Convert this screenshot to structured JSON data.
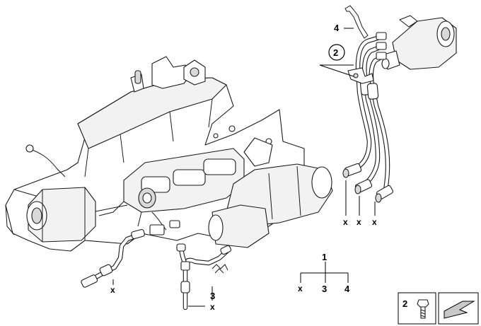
{
  "labels": {
    "line_holder_top": "4",
    "bracket_circle": "2",
    "hose_end_1": "x",
    "hose_end_2": "x",
    "hose_end_3": "x",
    "lower_hose_left": "x",
    "clip": "3",
    "lower_hose_right": "x",
    "tree_root": "1",
    "tree_x": "x",
    "tree_3": "3",
    "tree_4": "4",
    "bolt_number": "2"
  },
  "colors": {
    "line": "#1a1a1a",
    "background": "#ffffff",
    "shade": "#d9d9d9"
  },
  "icons": {
    "bolt": "screw-bolt-icon",
    "arrow": "direction-arrow-icon"
  }
}
